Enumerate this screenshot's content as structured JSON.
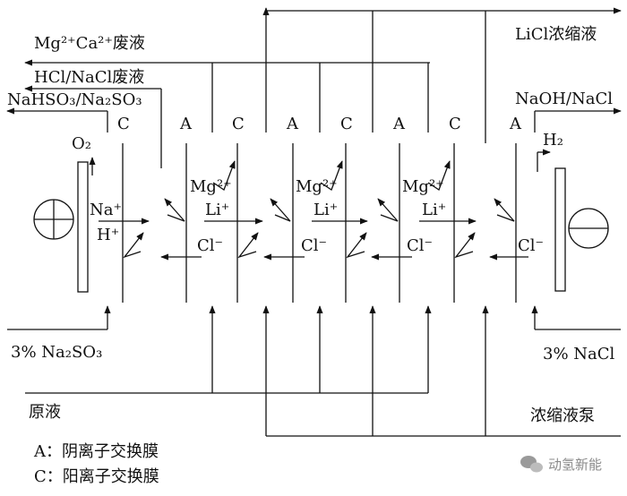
{
  "labels": {
    "mg_ca_waste": "Mg²⁺Ca²⁺废液",
    "hcl_nacl_waste": "HCl/NaCl废液",
    "nahso3_na2so3": "NaHSO₃/Na₂SO₃",
    "licl_concentrate": "LiCl浓缩液",
    "naoh_nacl": "NaOH/NaCl",
    "o2": "O₂",
    "h2": "H₂",
    "feed_na2so3": "3% Na₂SO₃",
    "feed_nacl": "3% NaCl",
    "raw_liquid": "原液",
    "concentrate_pump": "浓缩液泵",
    "legend_a": "A：阴离子交换膜",
    "legend_c": "C：阳离子交换膜",
    "watermark": "动氢新能"
  },
  "membrane_letters": [
    "C",
    "A",
    "C",
    "A",
    "C",
    "A",
    "C",
    "A"
  ],
  "ions": {
    "na": "Na⁺",
    "h": "H⁺",
    "mg": "Mg²⁺",
    "li": "Li⁺",
    "cl": "Cl⁻"
  },
  "icons": {
    "anode": "plus-circle-icon",
    "cathode": "minus-circle-icon",
    "watermark": "wechat-icon"
  }
}
